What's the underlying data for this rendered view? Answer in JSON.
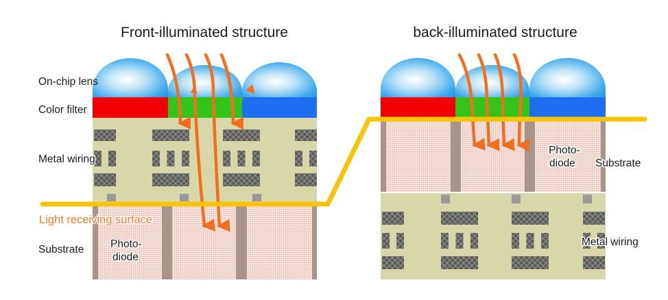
{
  "diagram": {
    "front": {
      "title": "Front-illuminated structure",
      "labels": {
        "lens": "On-chip lens",
        "filter": "Color filter",
        "wiring": "Metal wiring",
        "surface": "Light receiving surface",
        "substrate": "Substrate",
        "photodiode_line1": "Photo-",
        "photodiode_line2": "diode"
      }
    },
    "back": {
      "title": "back-illuminated structure",
      "labels": {
        "photodiode_line1": "Photo-",
        "photodiode_line2": "diode",
        "substrate": "Substrate",
        "wiring": "Metal wiring"
      }
    },
    "colors": {
      "filter_red": "#f00000",
      "filter_green": "#33c41a",
      "filter_blue": "#1f6ef0",
      "lens_blue": "#3aa6ea",
      "wiring_bg": "#d7d7a9",
      "wire_metal": "#5a5a58",
      "contact_gray": "#9a9a98",
      "substrate_pink": "#f3d6d0",
      "separator": "#a8948a",
      "light_arrow": "#f07020",
      "surface_line": "#f8c40a",
      "surface_label": "#ee7f2e"
    }
  }
}
